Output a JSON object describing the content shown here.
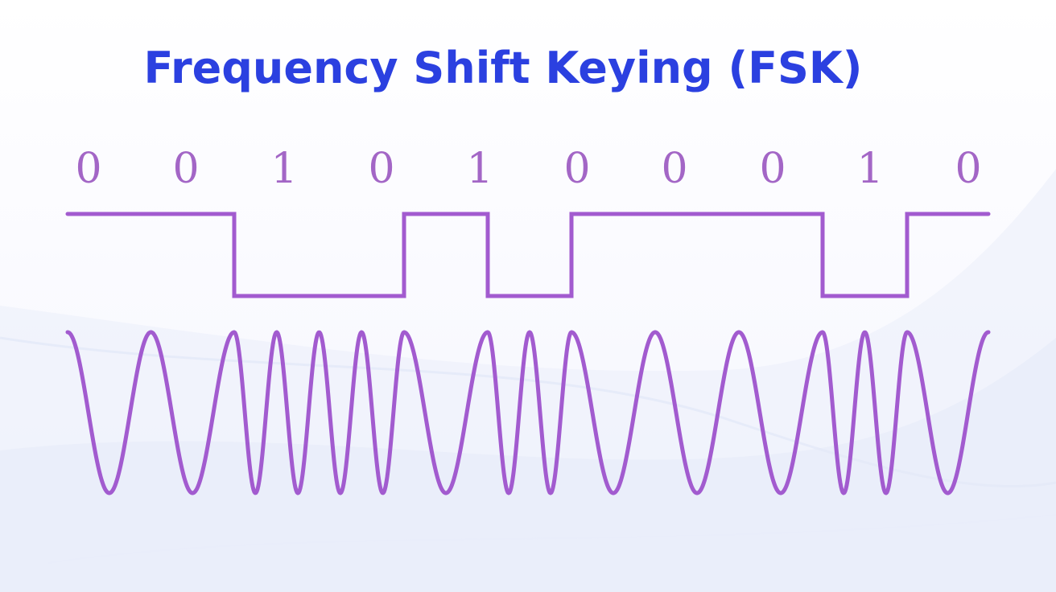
{
  "title": "Frequency Shift Keying (FSK)",
  "bits": [
    "0",
    "0",
    "1",
    "0",
    "1",
    "0",
    "0",
    "0",
    "1",
    "0"
  ],
  "colors": {
    "title": "#2b40e0",
    "bit_label": "#a366c6",
    "signal": "#a25bcf",
    "background_swoosh": "#dfe6f7"
  }
}
